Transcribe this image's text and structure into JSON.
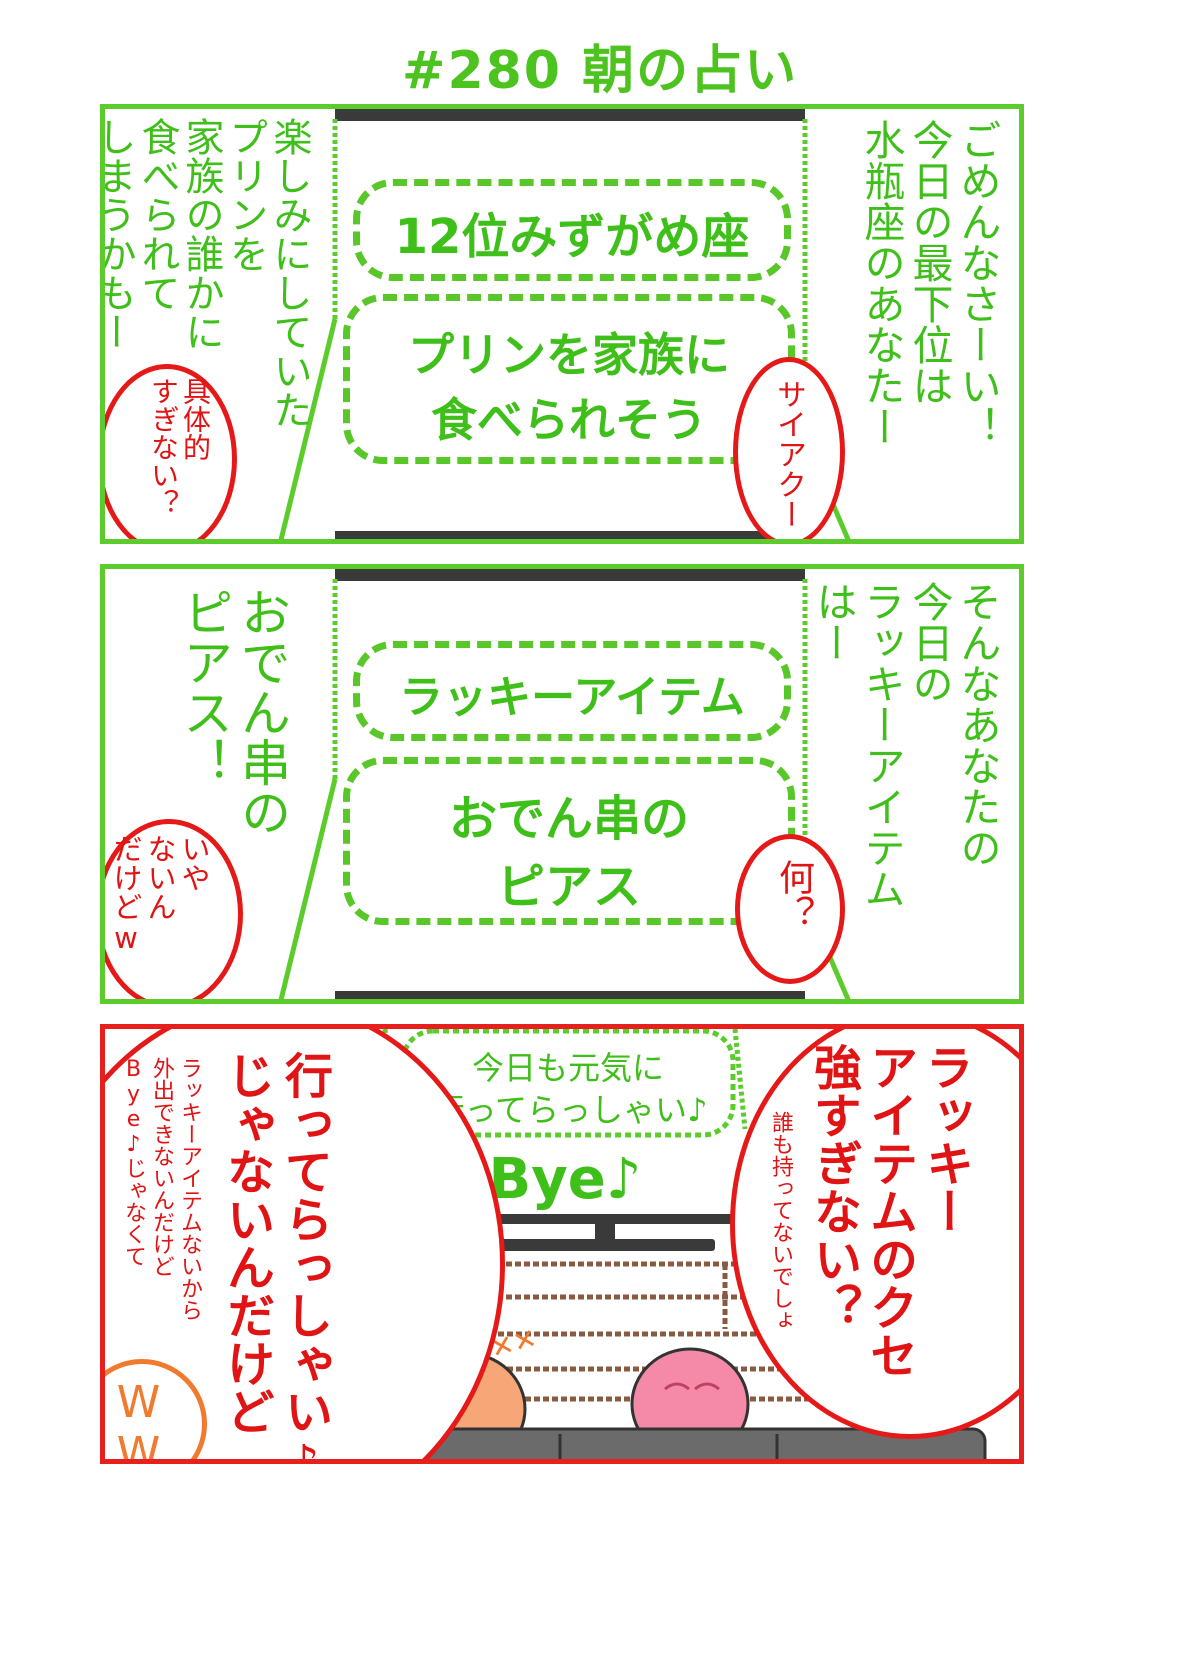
{
  "title": "#280 朝の占い",
  "panel1": {
    "left_text": "楽しみにしていた\nプリンを\n家族の誰かに\n食べられて\nしまうかもー",
    "right_text": "ごめんなさーい！\n今日の最下位は\n水瓶座のあなたー",
    "screen_line1": "12位みずがめ座",
    "screen_line2a": "プリンを家族に",
    "screen_line2b": "食べられそう",
    "bubble_left": "具体的\nすぎない？",
    "bubble_right": "サイアクー"
  },
  "panel2": {
    "left_text": "おでん串の\nピアス！",
    "right_text": "そんなあなたの\n今日の\nラッキーアイテム\nはー",
    "screen_line1": "ラッキーアイテム",
    "screen_line2a": "おでん串の",
    "screen_line2b": "ピアス",
    "bubble_left": "いや\nないん\nだけどw",
    "bubble_right": "何？"
  },
  "panel3": {
    "tv_line1": "今日も元気に",
    "tv_line2": "行ってらっしゃい♪",
    "tv_bye": "Bye♪",
    "left_big": "行ってらっしゃい♪\nじゃないんだけど",
    "left_small": "ラッキーアイテムないから\n外出できないんだけど\nBye♪じゃなくて",
    "left_ww": "WW",
    "right_big": "ラッキー\nアイテムのクセ\n強すぎない？",
    "right_small": "誰も持ってないでしょ",
    "marker": "✕✕"
  },
  "colors": {
    "green": "#5ccc2c",
    "red": "#e8201d",
    "orange": "#f07a2e"
  }
}
